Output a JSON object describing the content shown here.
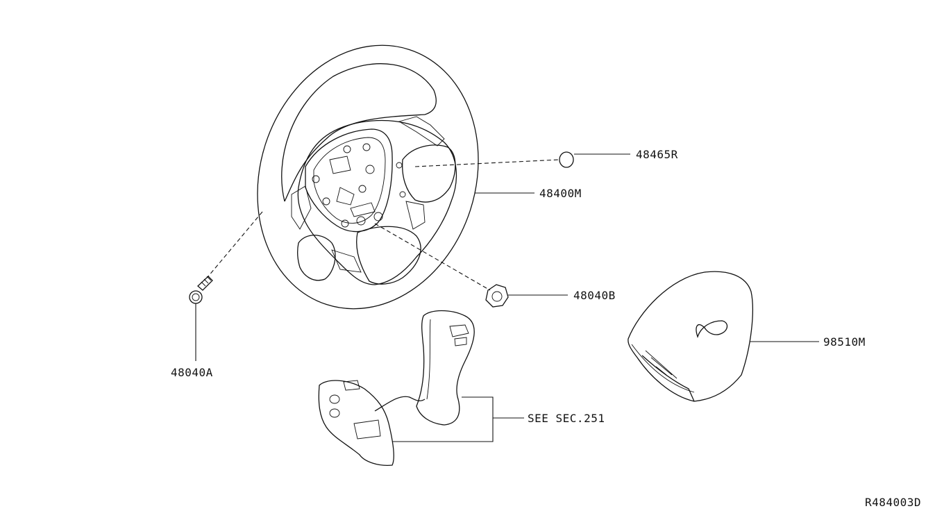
{
  "diagram": {
    "labels": {
      "horn_pad_cap": "48465R",
      "steering_wheel": "48400M",
      "nut": "48040B",
      "bolt": "48040A",
      "airbag_module": "98510M",
      "switch_reference": "SEE SEC.251"
    },
    "drawing_number": "R484003D"
  }
}
